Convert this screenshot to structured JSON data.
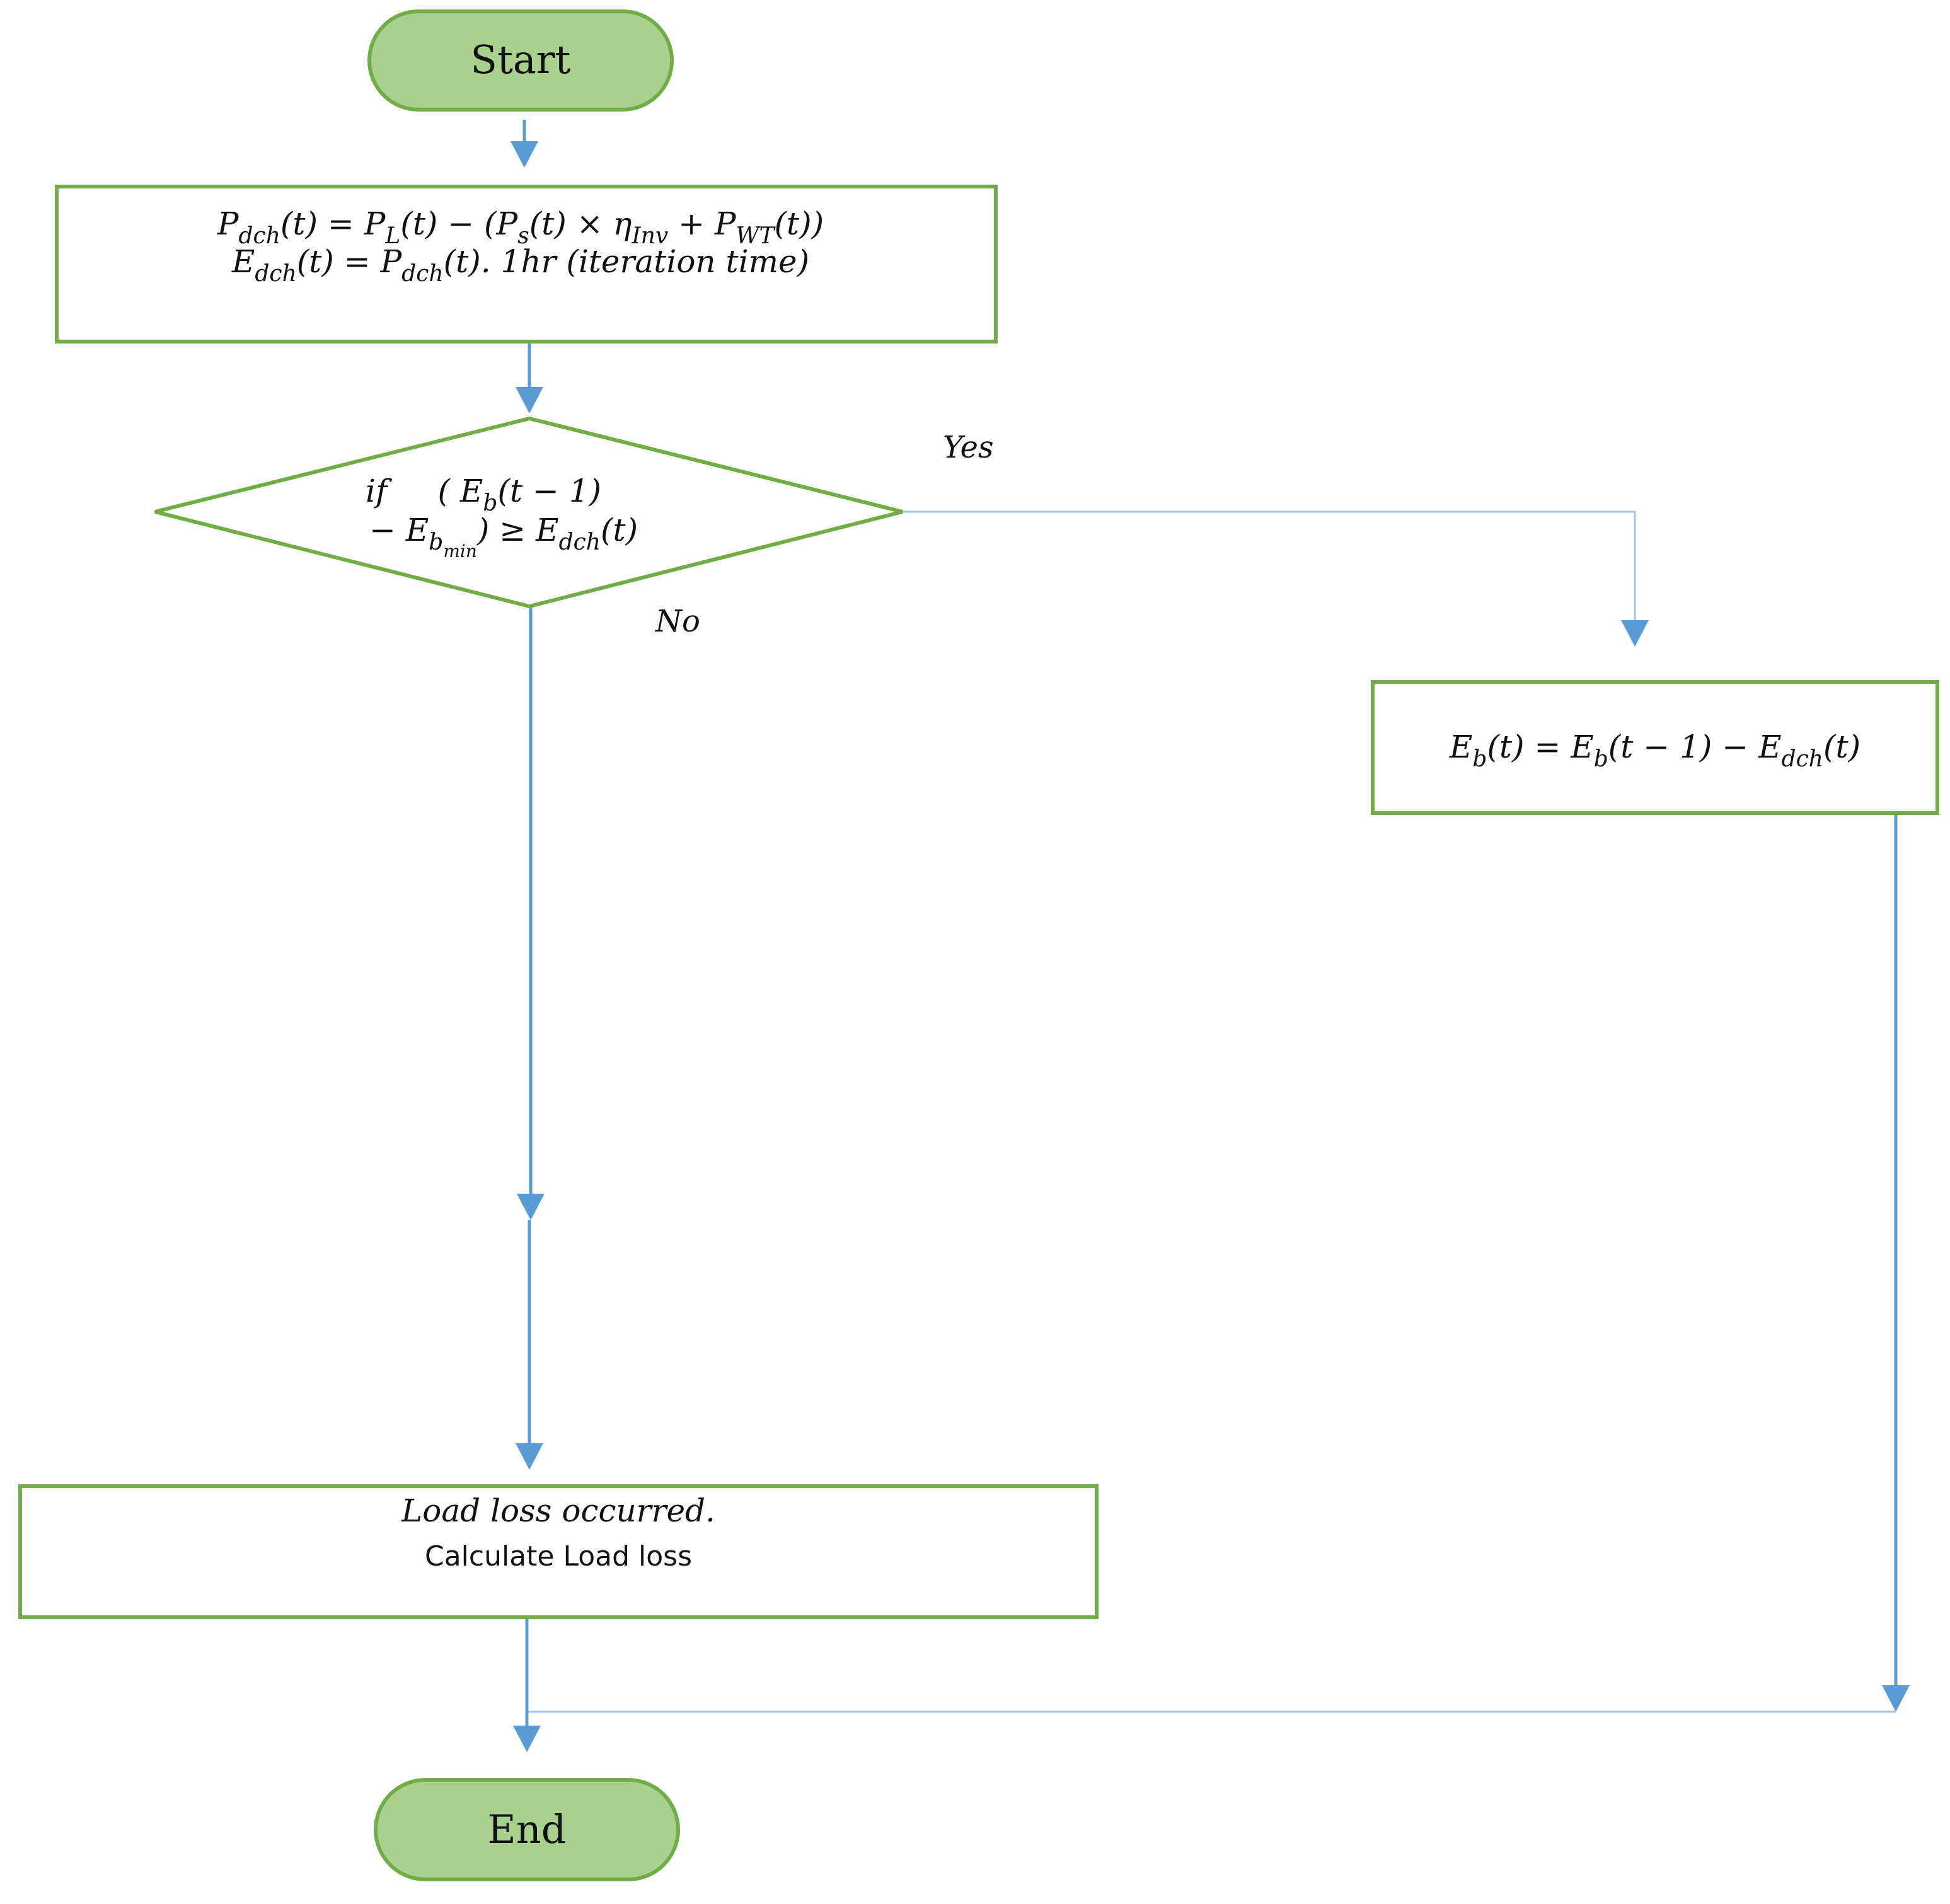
{
  "colors": {
    "node_border": "#70AD47",
    "terminal_fill": "#A9D18E",
    "arrow": "#5B9BD5",
    "arrow_thin": "#9DC3E6"
  },
  "nodes": {
    "start": {
      "label": "Start"
    },
    "process1": {
      "line1": {
        "p": "P",
        "dch": "dch",
        "t1": "(t) = ",
        "pl": "P",
        "l": "L",
        "t2": "(t) − (",
        "ps": "P",
        "s": "s",
        "t3": "(t) × η",
        "inv": "Inv",
        "t4": " + ",
        "pwt": "P",
        "wt": "WT",
        "t5": "(t))"
      },
      "line2": {
        "e": "E",
        "dch": "dch",
        "t1": "(t) = ",
        "p": "P",
        "dch2": "dch",
        "t2": "(t). 1hr (iteration time)"
      }
    },
    "decision": {
      "line1": {
        "if": "if",
        "t1": "( ",
        "e": "E",
        "b": "b",
        "t2": "(t − 1)"
      },
      "line2": {
        "t1": "− ",
        "e": "E",
        "b": "b",
        "min": "min",
        "t2": ") ≥ ",
        "e2": "E",
        "dch": "dch",
        "t3": "(t)"
      }
    },
    "process_yes": {
      "e1": "E",
      "b1": "b",
      "t1": "(t) = ",
      "e2": "E",
      "b2": "b",
      "t2": "(t − 1) − ",
      "e3": "E",
      "dch": "dch",
      "t3": "(t)"
    },
    "process_no": {
      "line1": "Load loss occurred.",
      "line2": "Calculate Load loss"
    },
    "end": {
      "label": "End"
    }
  },
  "edges": {
    "yes_label": "Yes",
    "no_label": "No"
  }
}
